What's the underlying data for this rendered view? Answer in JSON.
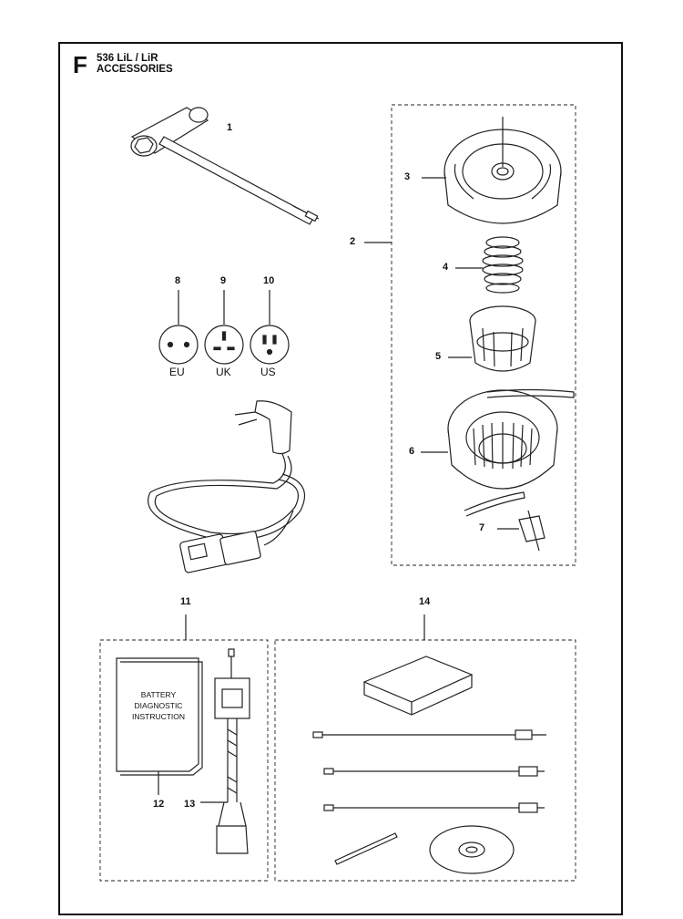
{
  "header": {
    "section_letter": "F",
    "model": "536 LiL / LiR",
    "title": "ACCESSORIES"
  },
  "callouts": [
    "1",
    "2",
    "3",
    "4",
    "5",
    "6",
    "7",
    "8",
    "9",
    "10",
    "11",
    "12",
    "13",
    "14"
  ],
  "plugs": [
    "EU",
    "UK",
    "US"
  ],
  "manual_text": [
    "BATTERY",
    "DIAGNOSTIC",
    "INSTRUCTION"
  ]
}
